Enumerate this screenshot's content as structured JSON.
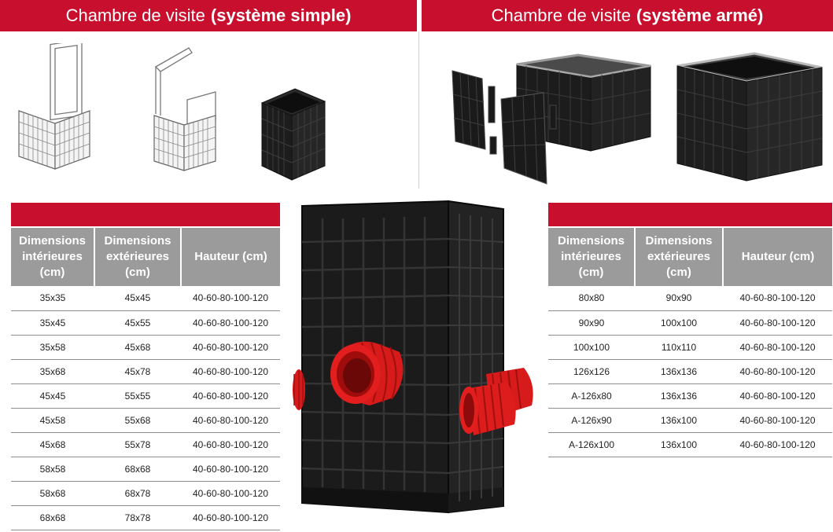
{
  "banners": {
    "left": {
      "prefix": "Chambre de visite",
      "bold": "(système simple)"
    },
    "right": {
      "prefix": "Chambre de visite",
      "bold": "(système armé)"
    }
  },
  "tables": {
    "left": {
      "headers": [
        "Dimensions intérieures (cm)",
        "Dimensions extérieures (cm)",
        "Hauteur (cm)"
      ],
      "rows": [
        [
          "35x35",
          "45x45",
          "40-60-80-100-120"
        ],
        [
          "35x45",
          "45x55",
          "40-60-80-100-120"
        ],
        [
          "35x58",
          "45x68",
          "40-60-80-100-120"
        ],
        [
          "35x68",
          "45x78",
          "40-60-80-100-120"
        ],
        [
          "45x45",
          "55x55",
          "40-60-80-100-120"
        ],
        [
          "45x58",
          "55x68",
          "40-60-80-100-120"
        ],
        [
          "45x68",
          "55x78",
          "40-60-80-100-120"
        ],
        [
          "58x58",
          "68x68",
          "40-60-80-100-120"
        ],
        [
          "58x68",
          "68x78",
          "40-60-80-100-120"
        ],
        [
          "68x68",
          "78x78",
          "40-60-80-100-120"
        ]
      ]
    },
    "right": {
      "headers": [
        "Dimensions intérieures (cm)",
        "Dimensions extérieures (cm)",
        "Hauteur (cm)"
      ],
      "rows": [
        [
          "80x80",
          "90x90",
          "40-60-80-100-120"
        ],
        [
          "90x90",
          "100x100",
          "40-60-80-100-120"
        ],
        [
          "100x100",
          "110x110",
          "40-60-80-100-120"
        ],
        [
          "126x126",
          "136x136",
          "40-60-80-100-120"
        ],
        [
          "A-126x80",
          "136x136",
          "40-60-80-100-120"
        ],
        [
          "A-126x90",
          "136x100",
          "40-60-80-100-120"
        ],
        [
          "A-126x100",
          "136x100",
          "40-60-80-100-120"
        ]
      ]
    }
  },
  "colors": {
    "brand_red": "#c8102e",
    "header_gray": "#9b9b9b",
    "chamber_black": "#1b1b1b",
    "pipe_red": "#e01b1b"
  }
}
